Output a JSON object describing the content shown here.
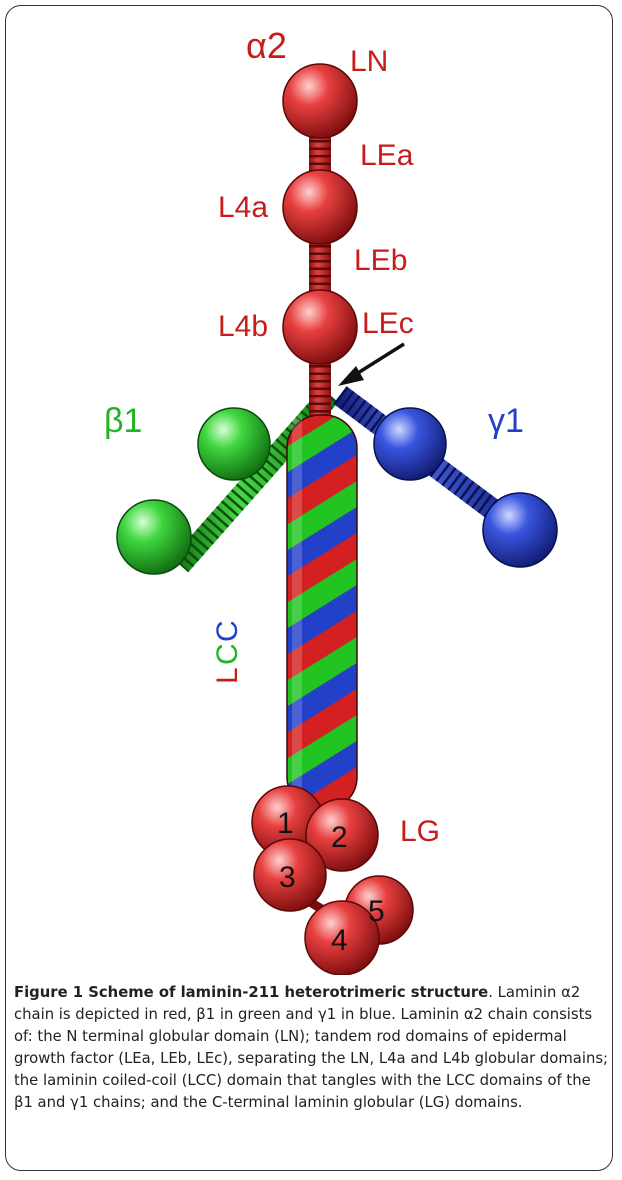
{
  "figure": {
    "labels": {
      "alpha": "α2",
      "beta": "β1",
      "gamma": "γ1",
      "ln": "LN",
      "lea": "LEa",
      "l4a": "L4a",
      "leb": "LEb",
      "l4b": "L4b",
      "lec": "LEc",
      "lcc_l": "L",
      "lcc_c1": "C",
      "lcc_c2": "C",
      "lg": "LG",
      "lg_domains": [
        "1",
        "2",
        "3",
        "4",
        "5"
      ]
    },
    "colors": {
      "alpha": "#d32121",
      "beta": "#22c422",
      "gamma": "#2340c9"
    }
  },
  "caption": {
    "title": "Figure 1 Scheme of laminin-211 heterotrimeric structure",
    "title_end": ".",
    "body": "Laminin α2 chain is depicted in red, β1 in green and γ1 in blue. Laminin α2 chain consists of: the N terminal globular domain (LN); tandem rod domains of epidermal growth factor (LEa, LEb, LEc), separating the LN, L4a and L4b globular domains; the laminin coiled-coil (LCC) domain that tangles with the LCC domains of the β1 and γ1 chains; and the C-terminal laminin globular (LG) domains."
  }
}
